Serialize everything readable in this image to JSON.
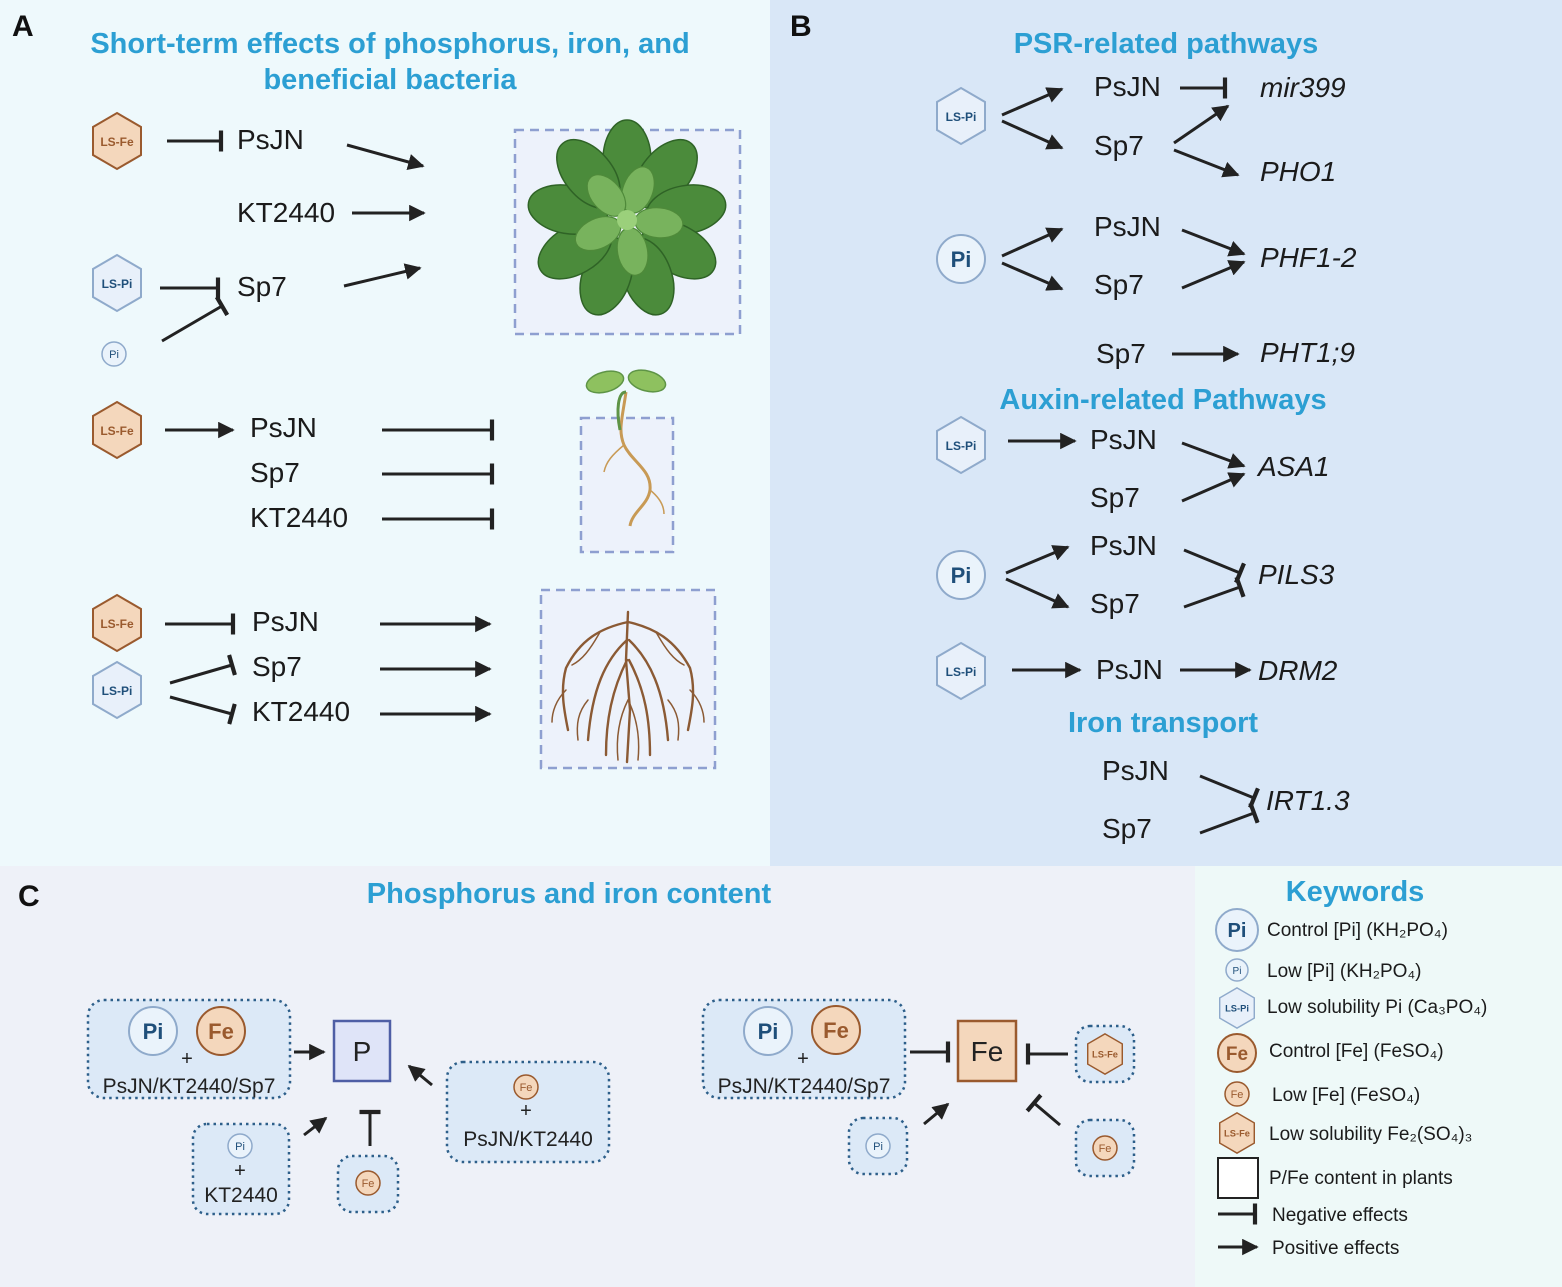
{
  "panels": {
    "A": {
      "letter": "A",
      "title_line1": "Short-term effects of phosphorus, iron, and",
      "title_line2": "beneficial bacteria",
      "shoot": {
        "bact1": "PsJN",
        "bact2": "KT2440",
        "bact3": "Sp7"
      },
      "seedling": {
        "bact1": "PsJN",
        "bact2": "Sp7",
        "bact3": "KT2440"
      },
      "root": {
        "bact1": "PsJN",
        "bact2": "Sp7",
        "bact3": "KT2440"
      }
    },
    "B": {
      "letter": "B",
      "psr_title": "PSR-related pathways",
      "auxin_title": "Auxin-related Pathways",
      "iron_title": "Iron transport",
      "psr": {
        "g1": {
          "b1": "PsJN",
          "b2": "Sp7",
          "gene1": "mir399",
          "gene2": "PHO1"
        },
        "g2": {
          "b1": "PsJN",
          "b2": "Sp7",
          "gene": "PHF1-2"
        },
        "g3": {
          "b": "Sp7",
          "gene": "PHT1;9"
        }
      },
      "auxin": {
        "g1": {
          "b1": "PsJN",
          "b2": "Sp7",
          "gene": "ASA1"
        },
        "g2": {
          "b1": "PsJN",
          "b2": "Sp7",
          "gene": "PILS3"
        },
        "g3": {
          "b": "PsJN",
          "gene": "DRM2"
        }
      },
      "iron": {
        "b1": "PsJN",
        "b2": "Sp7",
        "gene": "IRT1.3"
      }
    },
    "C": {
      "letter": "C",
      "title": "Phosphorus and iron content",
      "p_label": "P",
      "fe_label": "Fe",
      "plus": "+",
      "box1_text": "PsJN/KT2440/Sp7",
      "box2_text": "KT2440",
      "box3_text": "PsJN/KT2440",
      "box4_text": "PsJN/KT2440/Sp7"
    }
  },
  "badges": {
    "pi": "Pi",
    "fe": "Fe",
    "ls_pi": "LS-Pi",
    "ls_fe": "LS-Fe"
  },
  "keywords": {
    "title": "Keywords",
    "items": [
      {
        "icon": "pi-large",
        "label": "Control [Pi] (KH₂PO₄)"
      },
      {
        "icon": "pi-small",
        "label": "Low [Pi] (KH₂PO₄)"
      },
      {
        "icon": "ls-pi",
        "label": "Low solubility Pi (Ca₃PO₄)"
      },
      {
        "icon": "fe-large",
        "label": "Control [Fe] (FeSO₄)"
      },
      {
        "icon": "fe-small",
        "label": "Low [Fe] (FeSO₄)"
      },
      {
        "icon": "ls-fe",
        "label": "Low solubility Fe₂(SO₄)₃"
      },
      {
        "icon": "square",
        "label": "P/Fe content in plants"
      },
      {
        "icon": "inhibit",
        "label": "Negative effects"
      },
      {
        "icon": "arrow",
        "label": "Positive effects"
      }
    ]
  },
  "colors": {
    "title_blue": "#2c9fd3",
    "panel_a_bg": "#eef9fc",
    "panel_b_bg": "#d9e7f7",
    "panel_c_bg": "#eef1f8",
    "keywords_bg": "#eef9f8",
    "pi_blue": "#1f4f7a",
    "fe_brown": "#9a5a2e",
    "fe_fill": "#f4d7bc"
  }
}
